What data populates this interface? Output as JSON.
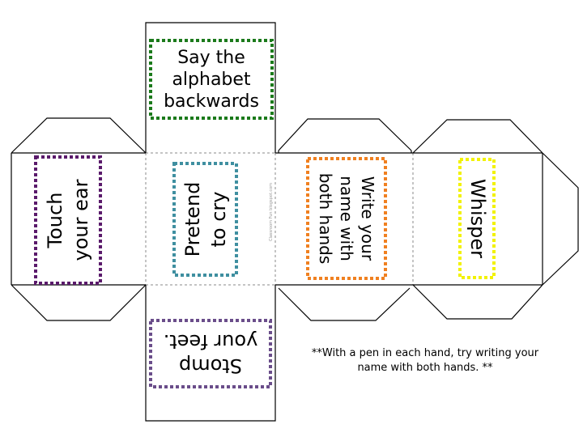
{
  "faces": {
    "top": {
      "lines": [
        "Say the",
        "alphabet",
        "backwards"
      ],
      "color": "#1b7a1b"
    },
    "left": {
      "lines": [
        "Touch",
        "your ear"
      ],
      "color": "#5a1a6b"
    },
    "center": {
      "lines": [
        "Pretend",
        "to cry"
      ],
      "color": "#3f8fa0"
    },
    "right1": {
      "lines": [
        "Write your",
        "name with",
        "both hands"
      ],
      "color": "#f08020"
    },
    "right2": {
      "lines": [
        "Whisper"
      ],
      "color": "#f2f200"
    },
    "bottom": {
      "lines": [
        "Stomp",
        "your feet."
      ],
      "color": "#6a4d8a"
    }
  },
  "note": {
    "line1": "**With a pen in each hand, try writing your",
    "line2": "name with both hands.  **"
  },
  "credit": "Classroom Fun blogspot.com"
}
